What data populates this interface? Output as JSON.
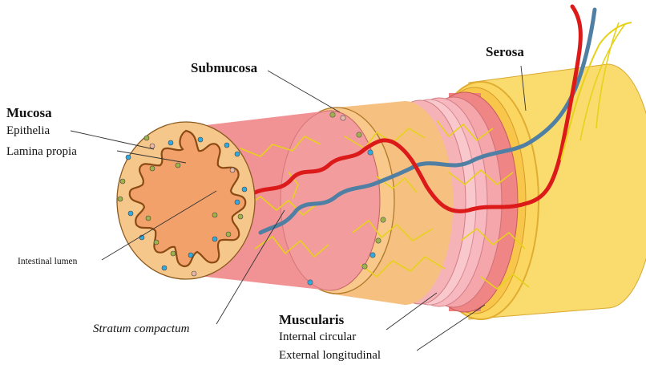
{
  "labels": {
    "submucosa": "Submucosa",
    "serosa": "Serosa",
    "mucosa": "Mucosa",
    "epithelia": "Epithelia",
    "lamina_propia": "Lamina propia",
    "intestinal_lumen": "Intestinal lumen",
    "stratum_compactum": "Stratum compactum",
    "muscularis": "Muscularis",
    "internal_circular": "Internal circular",
    "external_longitudinal": "External longitudinal"
  },
  "colors": {
    "serosa_fill": "#fadb6e",
    "serosa_edge": "#e9b73c",
    "longitudinal_fill": "#ee8080",
    "circular_fill": "#f7b9bf",
    "submucosa_fill": "#f6c080",
    "stratum_fill": "#f08a8c",
    "mucosa_fill": "#f6c78b",
    "villus_fill": "#f2a16a",
    "villus_edge": "#8b4a14",
    "artery": "#dd1a1a",
    "vein": "#4f7fa3",
    "nerve": "#e6d21a",
    "cell_blue": "#2fa9df",
    "cell_green": "#9fb24a",
    "cell_pink": "#e8b7a6"
  }
}
